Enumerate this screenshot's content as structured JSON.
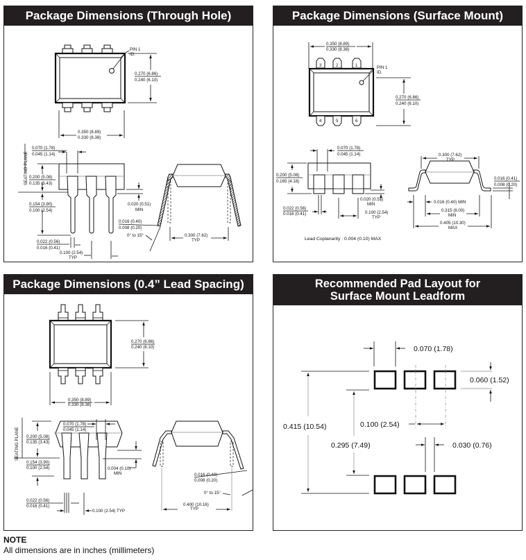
{
  "panels": {
    "through_hole": {
      "title": "Package Dimensions (Through Hole)",
      "pin1": [
        "PIN 1",
        "ID."
      ],
      "seating_plane": "SEATING PLANE",
      "dims": {
        "height_top": "0.270 (6.86)",
        "height_bot": "0.240 (6.10)",
        "width_top": "0.350 (8.89)",
        "width_bot": "0.330 (8.38)",
        "lead_w_top": "0.070 (1.78)",
        "lead_w_bot": "0.045 (1.14)",
        "body_h_top": "0.200 (5.08)",
        "body_h_bot": "0.135 (3.43)",
        "lead_len_top": "0.154 (3.90)",
        "lead_len_bot": "0.100 (2.54)",
        "standoff": "0.020 (0.51)",
        "standoff_note": "MIN",
        "lead_th_top": "0.022 (0.56)",
        "lead_th_bot": "0.016 (0.41)",
        "pitch": "0.100 (2.54)",
        "pitch_note": "TYP",
        "lead_t_top": "0.016 (0.40)",
        "lead_t_bot": "0.008 (0.20)",
        "angle": "0° to 15°",
        "row_spacing": "0.300 (7.62)",
        "row_spacing_note": "TYP"
      }
    },
    "surface_mount": {
      "title": "Package Dimensions (Surface Mount)",
      "pin1": [
        "PIN 1",
        "ID."
      ],
      "pin_numbers_top": [
        "3",
        "2",
        "1"
      ],
      "pin_numbers_bottom": [
        "4",
        "5",
        "6"
      ],
      "dims": {
        "width_top": "0.350 (8.89)",
        "width_bot": "0.330 (8.38)",
        "height_top": "0.270 (6.86)",
        "height_bot": "0.240 (6.10)",
        "lead_w_top": "0.070 (1.78)",
        "lead_w_bot": "0.045 (1.14)",
        "body_h_top": "0.200 (5.08)",
        "body_h_bot": "0.165 (4.18)",
        "standoff": "0.020 (0.51)",
        "standoff_note": "MIN",
        "lead_th_top": "0.022 (0.56)",
        "lead_th_bot": "0.016 (0.41)",
        "pitch": "0.100 (2.54)",
        "pitch_note": "TYP",
        "row_spacing": "0.300 (7.62)",
        "row_spacing_note": "TYP",
        "lead_t_top": "0.016 (0.41)",
        "lead_t_bot": "0.008 (0.20)",
        "foot": "0.016 (0.40) MIN",
        "inner": "0.315 (8.00)",
        "inner_note": "MIN",
        "outer": "0.405 (10.30)",
        "outer_note": "MAX"
      },
      "coplanarity": "Lead Coplanarity : 0.004 (0.10) MAX"
    },
    "lead_spacing": {
      "title": "Package Dimensions (0.4” Lead Spacing)",
      "seating_plane": "SEATING PLANE",
      "dims": {
        "height_top": "0.270 (6.86)",
        "height_bot": "0.240 (6.10)",
        "width_top": "0.350 (8.89)",
        "width_bot": "0.330 (8.38)",
        "lead_w_top": "0.070 (1.78)",
        "lead_w_bot": "0.045 (1.14)",
        "body_h_top": "0.200 (5.08)",
        "body_h_bot": "0.135 (3.43)",
        "lead_len_top": "0.154 (3.90)",
        "lead_len_bot": "0.100 (2.54)",
        "standoff": "0.004 (0.10)",
        "standoff_note": "MIN",
        "lead_th_top": "0.022 (0.56)",
        "lead_th_bot": "0.016 (0.41)",
        "pitch": "0.100 (2.54) TYP",
        "lead_t_top": "0.016 (0.40)",
        "lead_t_bot": "0.008 (0.20)",
        "angle": "0° to 15°",
        "row_spacing": "0.400 (10.16)",
        "row_spacing_note": "TYP"
      }
    },
    "pad_layout": {
      "title_line1": "Recommended Pad Layout for",
      "title_line2": "Surface Mount Leadform",
      "dims": {
        "pad_width": "0.070 (1.78)",
        "pad_height": "0.060 (1.52)",
        "overall": "0.415 (10.54)",
        "pitch": "0.100 (2.54)",
        "inner": "0.295 (7.49)",
        "gap": "0.030 (0.76)"
      }
    }
  },
  "note": {
    "title": "NOTE",
    "text": "All dimensions are in inches (millimeters)"
  }
}
